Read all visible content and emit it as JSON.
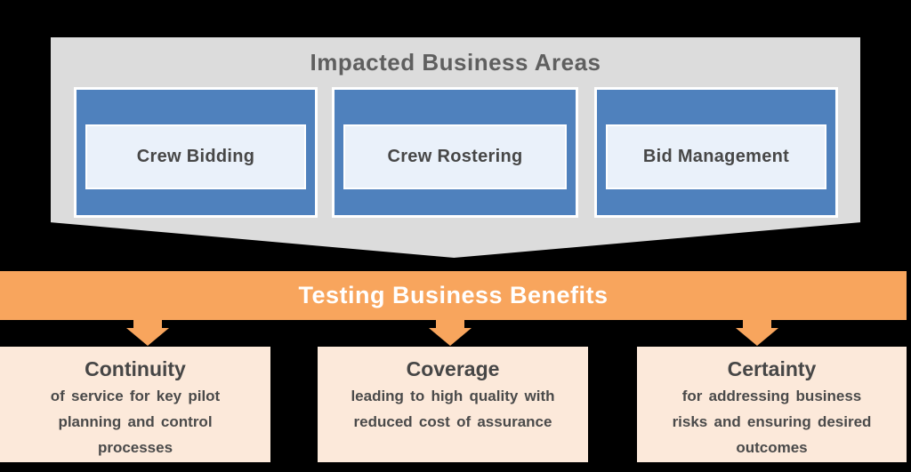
{
  "panel": {
    "title": "Impacted Business Areas"
  },
  "business_areas": [
    {
      "label": "Crew Bidding"
    },
    {
      "label": "Crew Rostering"
    },
    {
      "label": "Bid Management"
    }
  ],
  "banner": {
    "title": "Testing Business Benefits"
  },
  "benefits": [
    {
      "title": "Continuity",
      "description": "of service for key pilot\nplanning and control\nprocesses"
    },
    {
      "title": "Coverage",
      "description": "leading to high quality with\nreduced cost of assurance"
    },
    {
      "title": "Certainty",
      "description": "for addressing business\nrisks and ensuring desired\noutcomes"
    }
  ],
  "colors": {
    "background": "#000000",
    "panel_gray": "#dcdcdc",
    "area_blue": "#4f81bd",
    "area_inner_blue": "#eaf1fa",
    "banner_orange": "#f8a55d",
    "benefit_peach": "#fce9da",
    "dark_text": "#4a4a4a",
    "banner_text": "#ffffff"
  }
}
